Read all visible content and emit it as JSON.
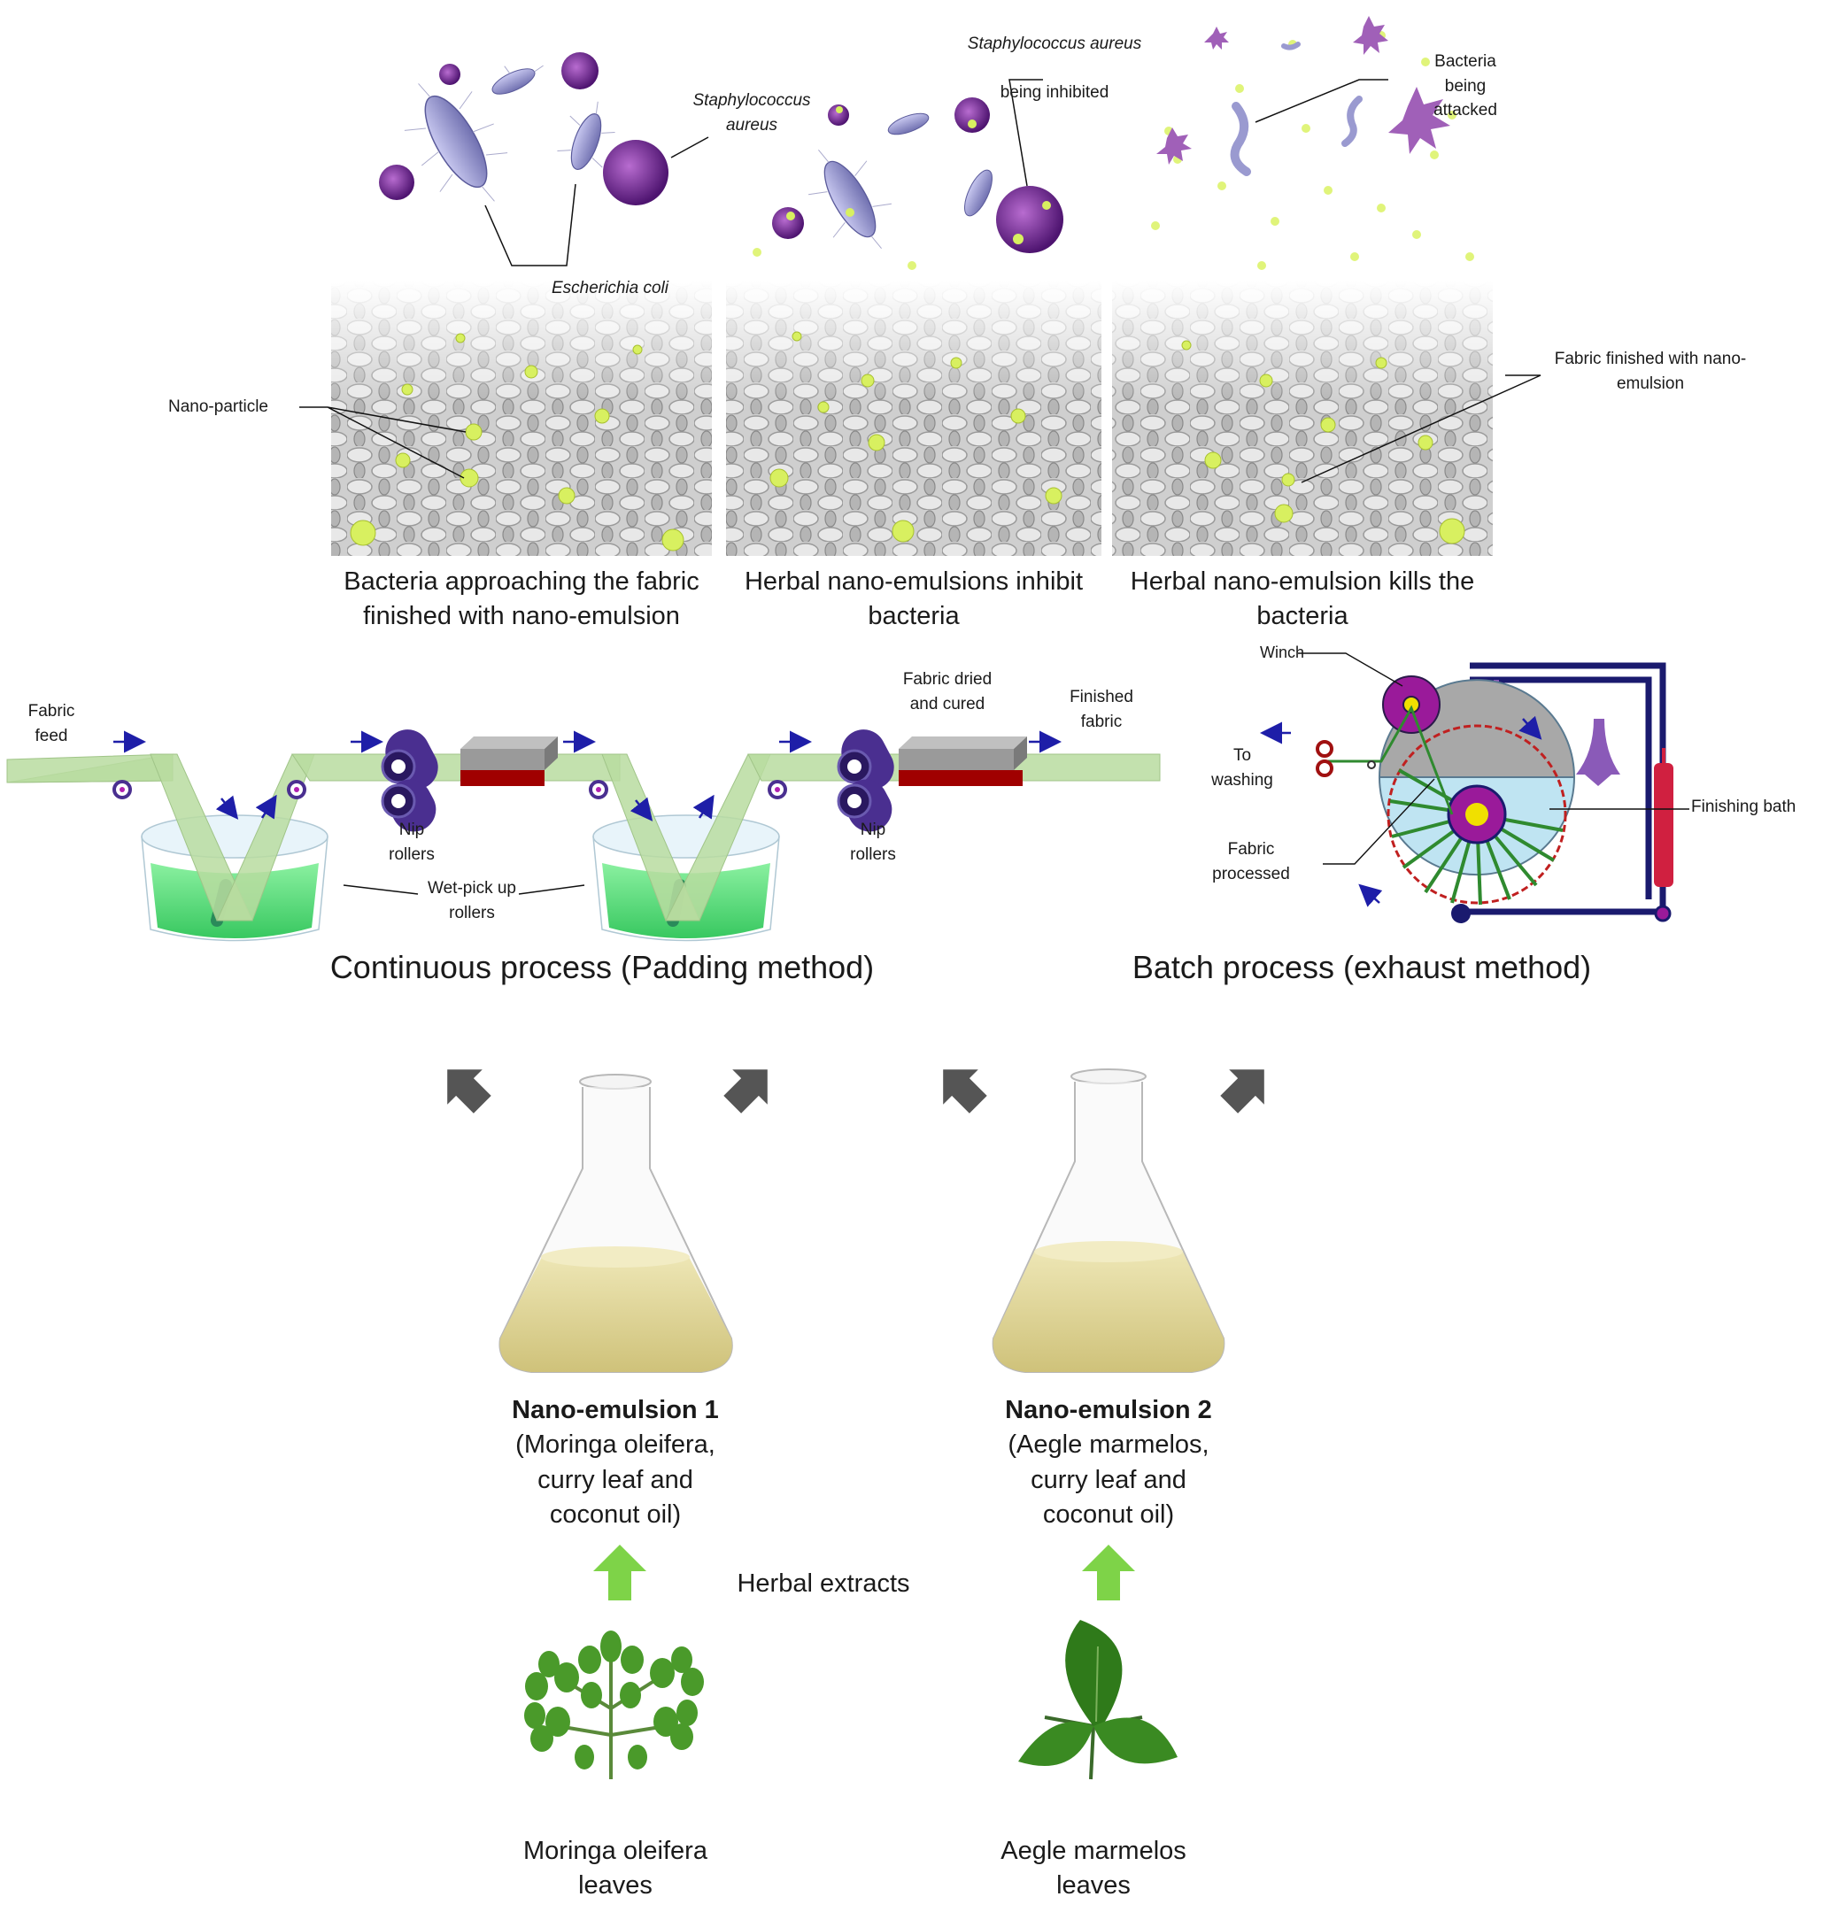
{
  "colors": {
    "nanoparticle": "#d8f060",
    "fabric_strip": "#b9dca0",
    "bath_liquid": "#6fe08a",
    "roller": "#4a2f90",
    "flow_arrow": "#1e1ea8",
    "dryer_top": "#9a9a9a",
    "dryer_base": "#a00000",
    "winch_frame": "#1a1a6e",
    "winch_magenta": "#9a1a9a",
    "heater_red": "#d02040",
    "fabric_coil_green": "#2f8a2f",
    "flask_liquid": "#e4dca0",
    "upward_green": "#7ed348",
    "diagonal_arrow": "#555555",
    "bacteria_purple": "#7a2b9a",
    "rod_bacteria": "#9a9ad0"
  },
  "icons": [
    "escherichia-coli-icon",
    "staphylococcus-icon",
    "nanoparticle-icon",
    "fabric-weave-icon",
    "nip-roller-icon",
    "dryer-icon",
    "winch-icon",
    "flask-icon",
    "moringa-leaf-icon",
    "aegle-leaf-icon"
  ],
  "top": {
    "labels": {
      "staph_1": "Staphylococcus aureus",
      "staph_2_italic": "Staphylococcus aureus",
      "staph_2_plain": "being inhibited",
      "bacteria_attacked": "Bacteria being attacked",
      "ecoli": "Escherichia coli",
      "nanoparticle": "Nano-particle",
      "fabric_finished": "Fabric finished with nano-emulsion"
    },
    "panels": [
      {
        "caption": "Bacteria approaching the fabric finished with nano-emulsion"
      },
      {
        "caption": "Herbal nano-emulsions inhibit bacteria"
      },
      {
        "caption": "Herbal nano-emulsion kills the bacteria"
      }
    ]
  },
  "padding": {
    "title": "Continuous process (Padding method)",
    "labels": {
      "fabric_feed": "Fabric feed",
      "nip_rollers_1": "Nip rollers",
      "nip_rollers_2": "Nip rollers",
      "dried_cured": "Fabric dried and cured",
      "finished_fabric": "Finished fabric",
      "wet_pick": "Wet-pick up rollers"
    }
  },
  "batch": {
    "title": "Batch process (exhaust method)",
    "labels": {
      "winch": "Winch",
      "to_washing": "To washing",
      "finishing_bath": "Finishing bath",
      "fabric_processed": "Fabric processed"
    }
  },
  "emulsions": [
    {
      "name": "Nano-emulsion 1",
      "detail": "(Moringa oleifera, curry leaf and coconut oil)"
    },
    {
      "name": "Nano-emulsion 2",
      "detail": "(Aegle marmelos, curry leaf and coconut oil)"
    }
  ],
  "herbal_extracts": "Herbal extracts",
  "sources": [
    {
      "name": "Moringa oleifera leaves"
    },
    {
      "name": "Aegle marmelos leaves"
    }
  ]
}
